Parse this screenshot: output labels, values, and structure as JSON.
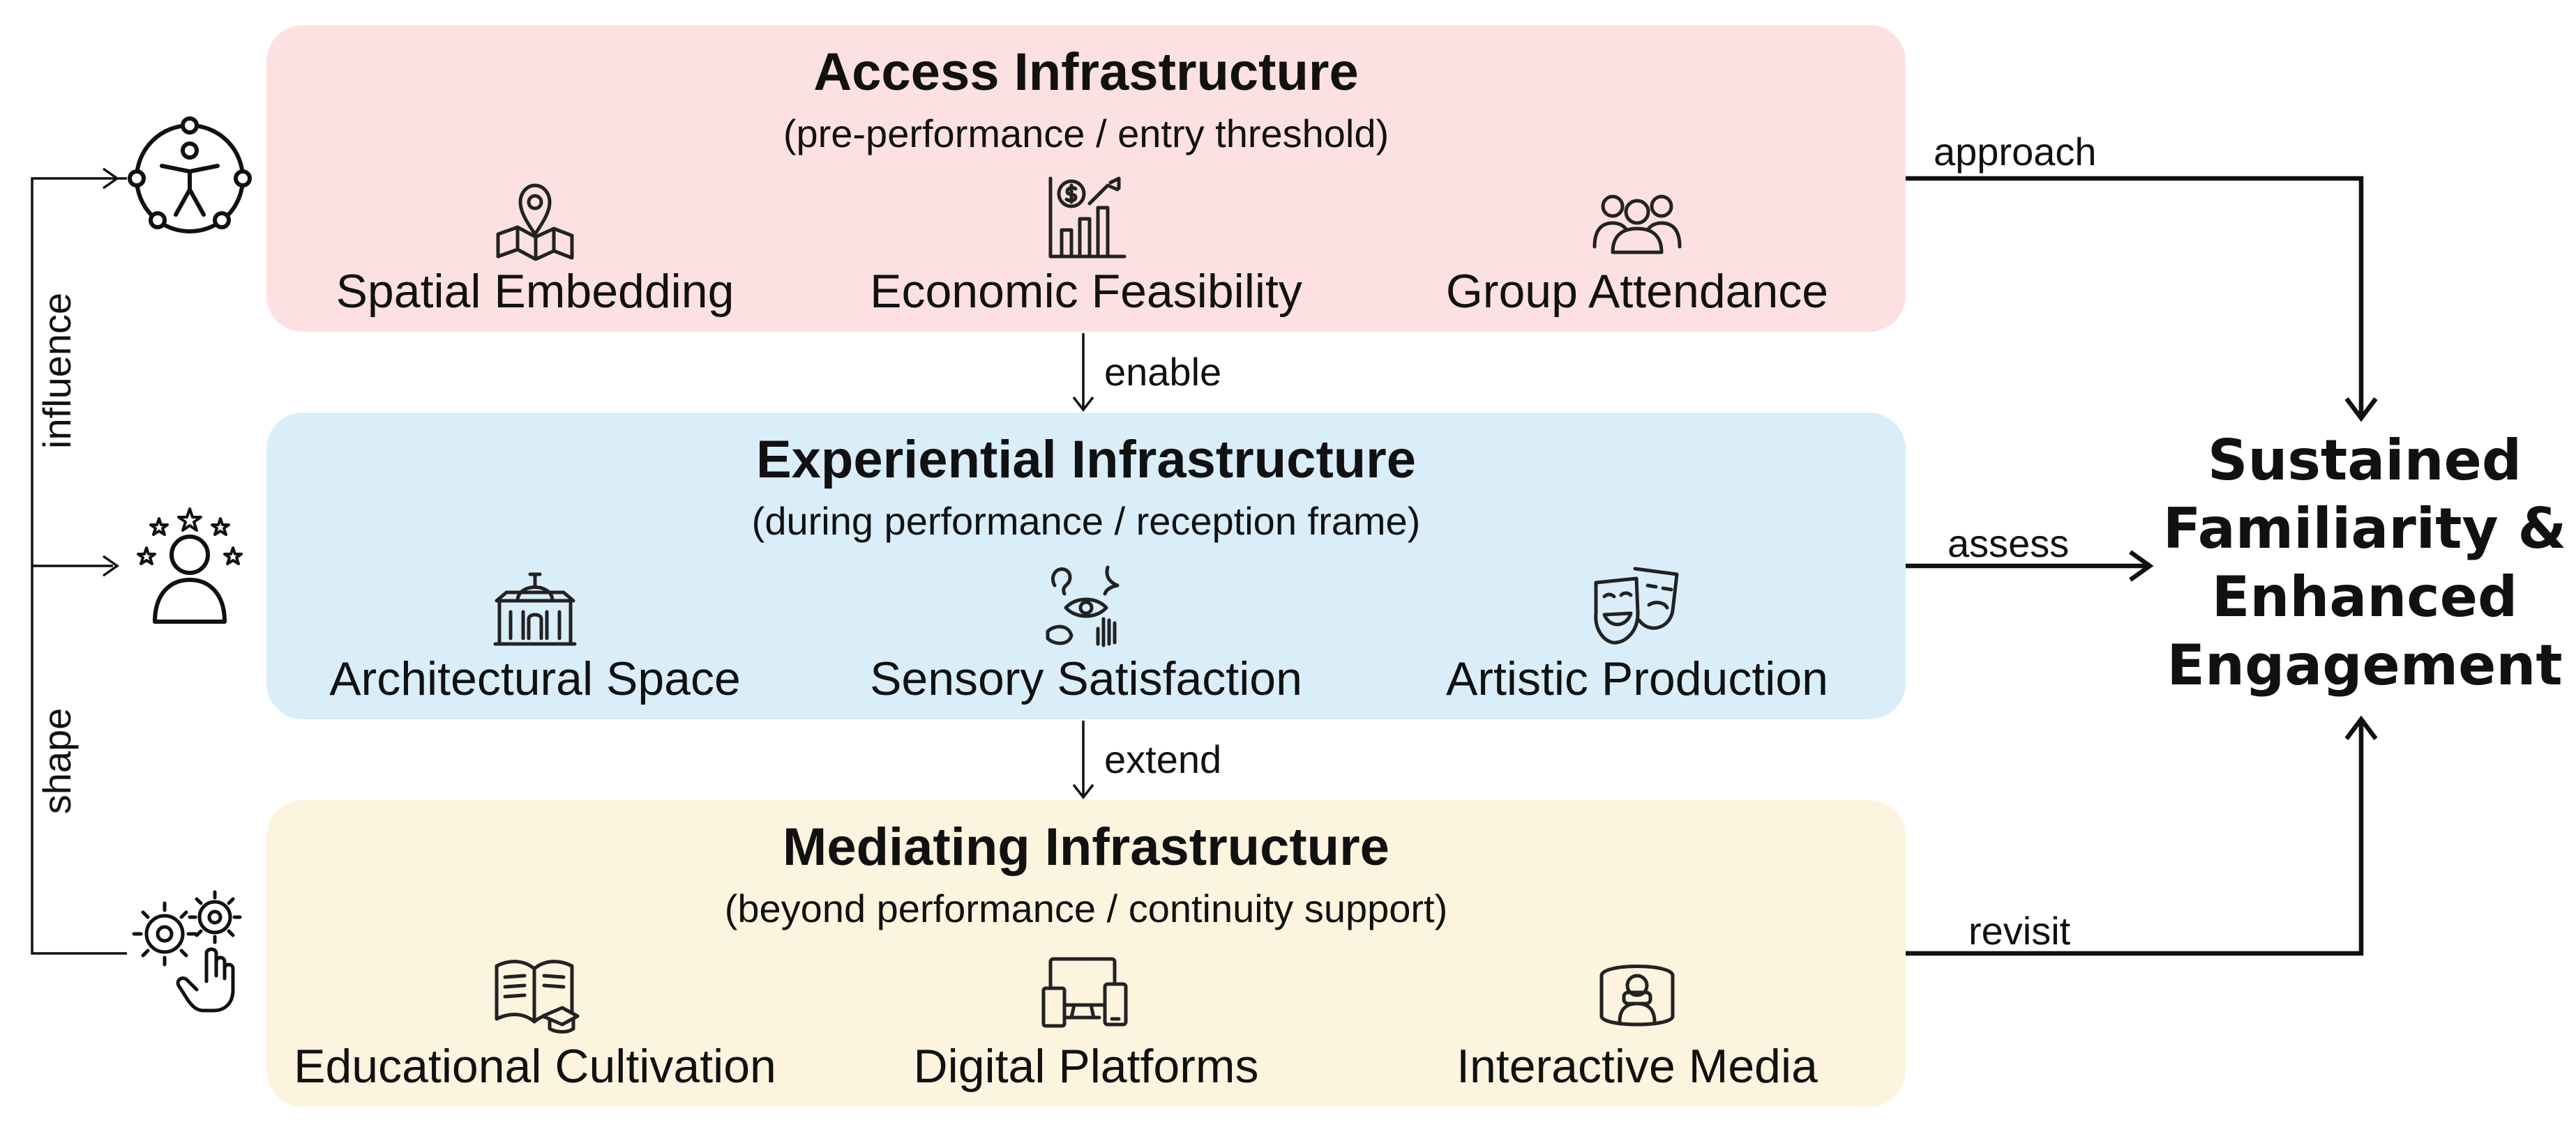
{
  "layers": [
    {
      "id": "access",
      "title": "Access Infrastructure",
      "subtitle": "(pre-performance / entry threshold)",
      "color": "#fde1e2",
      "items": [
        {
          "label": "Spatial Embedding",
          "icon": "map-pin-icon"
        },
        {
          "label": "Economic Feasibility",
          "icon": "price-chart-icon"
        },
        {
          "label": "Group Attendance",
          "icon": "group-people-icon"
        }
      ]
    },
    {
      "id": "experiential",
      "title": "Experiential Infrastructure",
      "subtitle": "(during performance / reception frame)",
      "color": "#d9eef9",
      "items": [
        {
          "label": "Architectural Space",
          "icon": "theater-building-icon"
        },
        {
          "label": "Sensory Satisfaction",
          "icon": "senses-icon"
        },
        {
          "label": "Artistic Production",
          "icon": "theater-masks-icon"
        }
      ]
    },
    {
      "id": "mediating",
      "title": "Mediating Infrastructure",
      "subtitle": "(beyond performance / continuity support)",
      "color": "#fdf4df",
      "items": [
        {
          "label": "Educational Cultivation",
          "icon": "open-book-icon"
        },
        {
          "label": "Digital Platforms",
          "icon": "devices-icon"
        },
        {
          "label": "Interactive Media",
          "icon": "vr-headset-icon"
        }
      ]
    }
  ],
  "connectors": {
    "enable": "enable",
    "extend": "extend",
    "approach": "approach",
    "assess": "assess",
    "revisit": "revisit",
    "influence": "influence",
    "shape": "shape"
  },
  "side_icons": [
    "accessibility-icon",
    "star-person-icon",
    "gears-hand-icon"
  ],
  "outcome": {
    "lines": [
      "Sustained",
      "Familiarity &",
      "Enhanced",
      "Engagement"
    ]
  }
}
